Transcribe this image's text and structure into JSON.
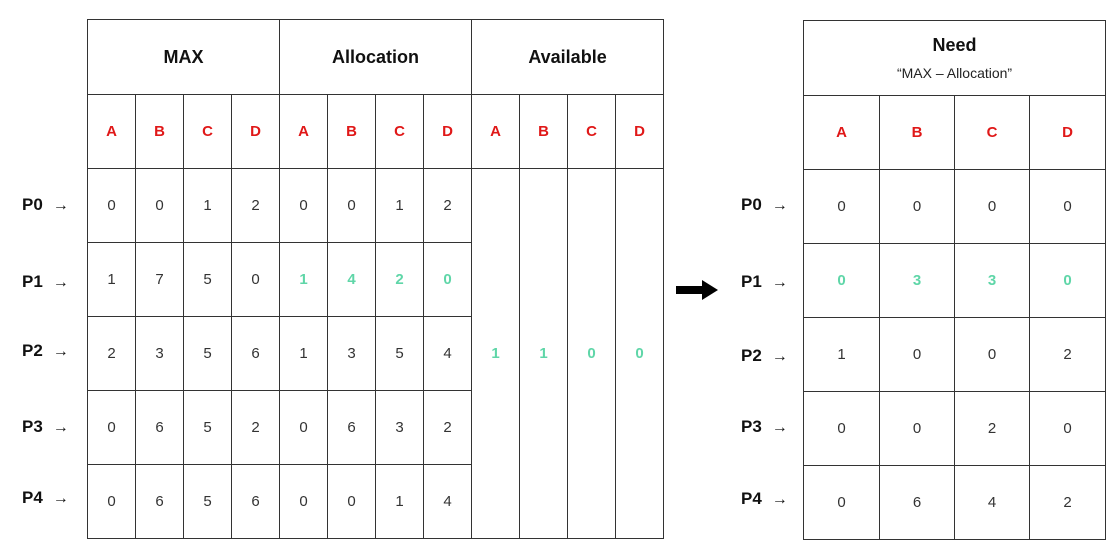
{
  "left_table": {
    "groups": [
      "MAX",
      "Allocation",
      "Available"
    ],
    "resources": [
      "A",
      "B",
      "C",
      "D"
    ],
    "processes": [
      "P0",
      "P1",
      "P2",
      "P3",
      "P4"
    ],
    "max": [
      [
        "0",
        "0",
        "1",
        "2"
      ],
      [
        "1",
        "7",
        "5",
        "0"
      ],
      [
        "2",
        "3",
        "5",
        "6"
      ],
      [
        "0",
        "6",
        "5",
        "2"
      ],
      [
        "0",
        "6",
        "5",
        "6"
      ]
    ],
    "allocation": [
      [
        "0",
        "0",
        "1",
        "2"
      ],
      [
        "1",
        "4",
        "2",
        "0"
      ],
      [
        "1",
        "3",
        "5",
        "4"
      ],
      [
        "0",
        "6",
        "3",
        "2"
      ],
      [
        "0",
        "0",
        "1",
        "4"
      ]
    ],
    "available": [
      "1",
      "1",
      "0",
      "0"
    ]
  },
  "right_table": {
    "title": "Need",
    "subtitle": "“MAX  –  Allocation”",
    "resources": [
      "A",
      "B",
      "C",
      "D"
    ],
    "processes": [
      "P0",
      "P1",
      "P2",
      "P3",
      "P4"
    ],
    "need": [
      [
        "0",
        "0",
        "0",
        "0"
      ],
      [
        "0",
        "3",
        "3",
        "0"
      ],
      [
        "1",
        "0",
        "0",
        "2"
      ],
      [
        "0",
        "0",
        "2",
        "0"
      ],
      [
        "0",
        "6",
        "4",
        "2"
      ]
    ]
  },
  "arrow_glyph": "→",
  "highlight_color": "#5fd6a8",
  "resource_label_color": "#e01818"
}
